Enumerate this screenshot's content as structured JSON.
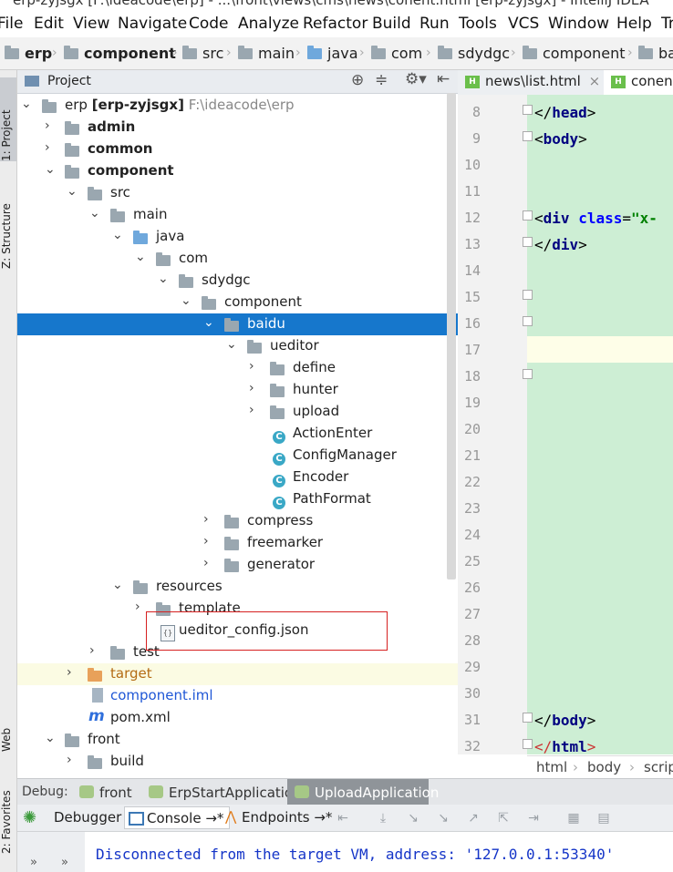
{
  "window": {
    "title": "erp-zyjsgx [F:\\ideacode\\erp] - ...\\front\\views\\cms\\news\\conent.html [erp-zyjsgx] - IntelliJ IDEA"
  },
  "menu": [
    "File",
    "Edit",
    "View",
    "Navigate",
    "Code",
    "Analyze",
    "Refactor",
    "Build",
    "Run",
    "Tools",
    "VCS",
    "Window",
    "Help",
    "Tr"
  ],
  "breadcrumb": [
    "erp",
    "component",
    "src",
    "main",
    "java",
    "com",
    "sdydgc",
    "component",
    "ba"
  ],
  "left_stripe": {
    "project": "1: Project",
    "structure": "Z: Structure",
    "web": "Web",
    "favorites": "2: Favorites"
  },
  "project_panel": {
    "title": "Project"
  },
  "tree": [
    {
      "label": "erp",
      "bold_suffix": "[erp-zyjsgx]",
      "path": "F:\\ideacode\\erp"
    },
    {
      "label": "admin"
    },
    {
      "label": "common"
    },
    {
      "label": "component"
    },
    {
      "label": "src"
    },
    {
      "label": "main"
    },
    {
      "label": "java"
    },
    {
      "label": "com"
    },
    {
      "label": "sdydgc"
    },
    {
      "label": "component"
    },
    {
      "label": "baidu"
    },
    {
      "label": "ueditor"
    },
    {
      "label": "define"
    },
    {
      "label": "hunter"
    },
    {
      "label": "upload"
    },
    {
      "label": "ActionEnter"
    },
    {
      "label": "ConfigManager"
    },
    {
      "label": "Encoder"
    },
    {
      "label": "PathFormat"
    },
    {
      "label": "compress"
    },
    {
      "label": "freemarker"
    },
    {
      "label": "generator"
    },
    {
      "label": "resources"
    },
    {
      "label": "template"
    },
    {
      "label": "ueditor_config.json"
    },
    {
      "label": "test"
    },
    {
      "label": "target"
    },
    {
      "label": "component.iml"
    },
    {
      "label": "pom.xml"
    },
    {
      "label": "front"
    },
    {
      "label": "build"
    }
  ],
  "editor": {
    "tabs": [
      {
        "label": "news\\list.html"
      },
      {
        "label": "conen"
      }
    ],
    "line_numbers": [
      "8",
      "9",
      "10",
      "11",
      "12",
      "13",
      "14",
      "15",
      "16",
      "17",
      "18",
      "19",
      "20",
      "21",
      "22",
      "23",
      "24",
      "25",
      "26",
      "27",
      "28",
      "29",
      "30",
      "31",
      "32"
    ],
    "code": {
      "l8": {
        "open": "</",
        "tag": "head",
        "close": ">"
      },
      "l9": {
        "open": "<",
        "tag": "body",
        "close": ">"
      },
      "l12": {
        "open": "<",
        "tag": "div",
        "attr": "class",
        "eq": "=",
        "val": "\"x-"
      },
      "l13": {
        "open": "</",
        "tag": "div",
        "close": ">"
      },
      "l31": {
        "open": "</",
        "tag": "body",
        "close": ">"
      },
      "l32": {
        "open": "</",
        "tag": "html",
        "close": ">"
      }
    },
    "crumbs": [
      "html",
      "body",
      "scrip"
    ]
  },
  "debug": {
    "label": "Debug:",
    "tabs": [
      "front",
      "ErpStartApplication",
      "UploadApplication"
    ],
    "toolbar": {
      "debugger": "Debugger",
      "console": "Console",
      "console_suffix": "→*",
      "endpoints": "Endpoints",
      "endpoints_suffix": "→*"
    },
    "console_text": "Disconnected from the target VM, address: '127.0.0.1:53340'",
    "more": "»"
  }
}
